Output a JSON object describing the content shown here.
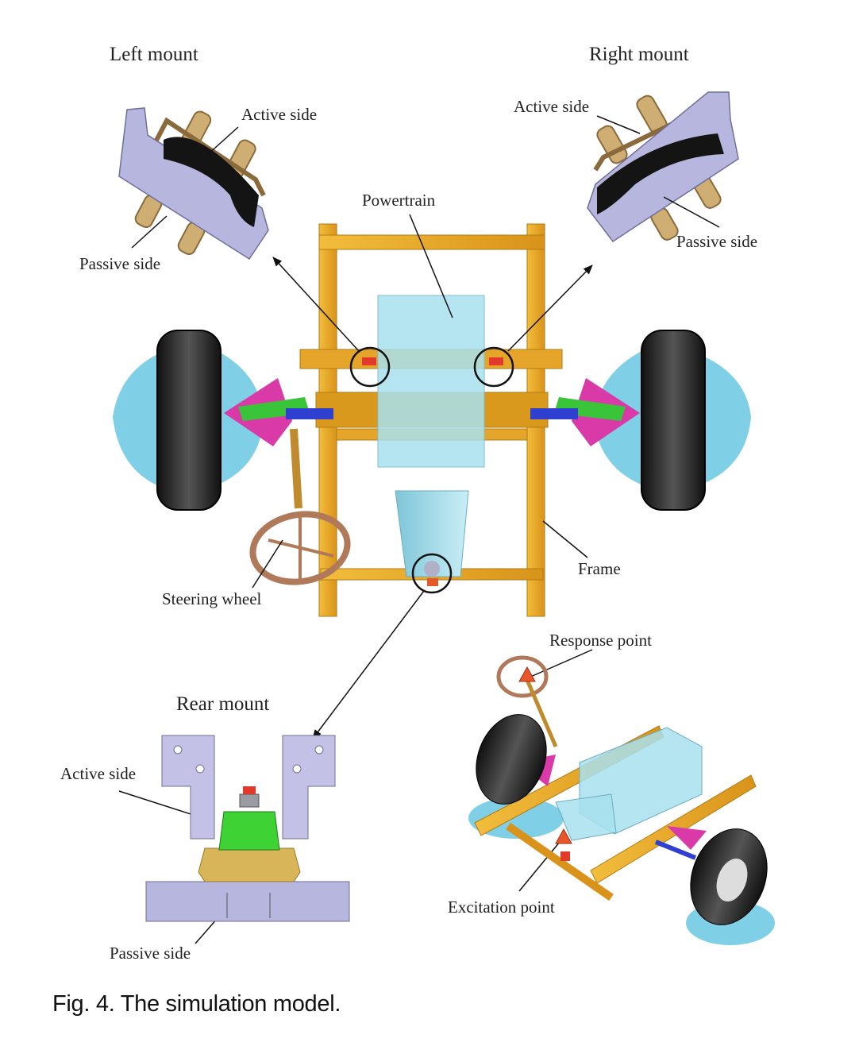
{
  "labels": {
    "left_mount": "Left mount",
    "right_mount": "Right mount",
    "left_active_side": "Active side",
    "left_passive_side": "Passive side",
    "right_active_side": "Active side",
    "right_passive_side": "Passive side",
    "powertrain": "Powertrain",
    "frame": "Frame",
    "steering_wheel": "Steering wheel",
    "rear_mount": "Rear mount",
    "rear_active_side": "Active side",
    "rear_passive_side": "Passive side",
    "response_point": "Response point",
    "excitation_point": "Excitation point"
  },
  "caption": "Fig. 4. The simulation model.",
  "colors": {
    "frame": "#e8a92a",
    "tire": "#2b2b2b",
    "disc": "#7fcfe6",
    "powertrain": "#a8e0ee",
    "mount_body": "#b7b6de",
    "mount_pin": "#c8a36a",
    "suspension_magenta": "#d93aa8",
    "suspension_green": "#39c43a",
    "rubber_green": "#3ed235"
  }
}
